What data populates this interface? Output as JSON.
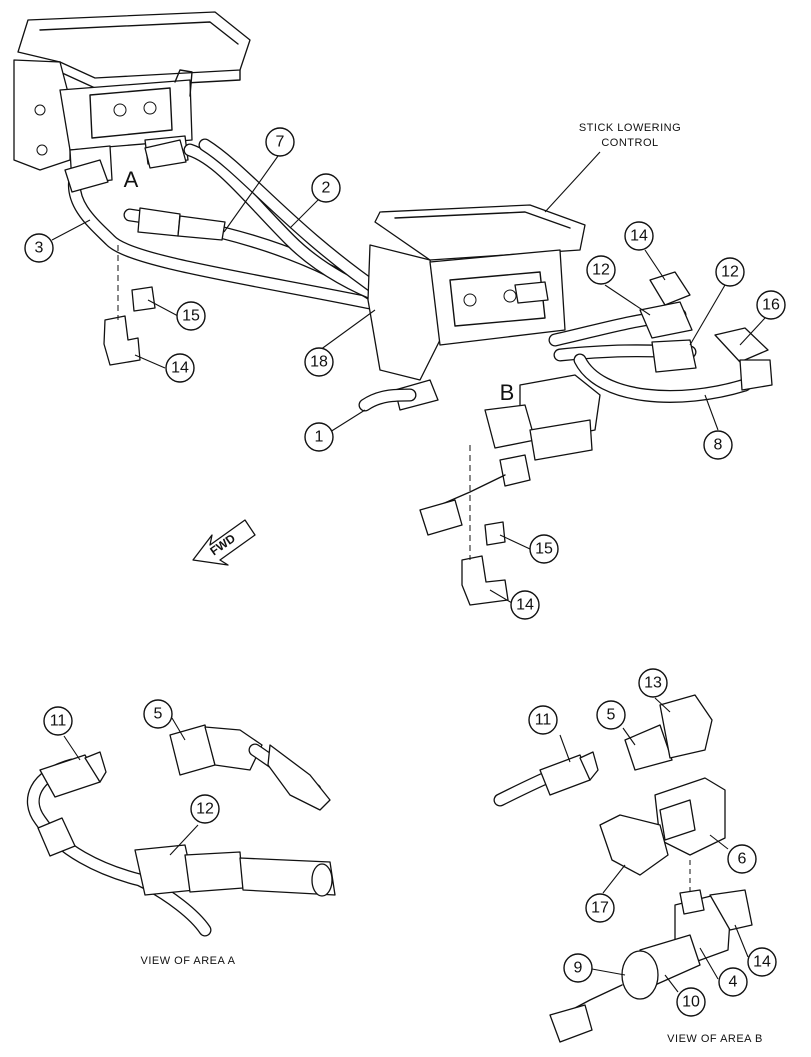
{
  "diagram": {
    "labels": {
      "stick_lowering_line1": "STICK LOWERING",
      "stick_lowering_line2": "CONTROL",
      "area_a": "A",
      "area_b": "B",
      "fwd": "FWD",
      "view_area_a": "VIEW OF AREA A",
      "view_area_b": "VIEW OF AREA B"
    },
    "callouts": [
      "7",
      "2",
      "3",
      "15",
      "14",
      "18",
      "1",
      "14",
      "12",
      "12",
      "16",
      "8",
      "15",
      "14",
      "11",
      "5",
      "12",
      "11",
      "5",
      "13",
      "6",
      "17",
      "14",
      "4",
      "9",
      "10"
    ]
  }
}
